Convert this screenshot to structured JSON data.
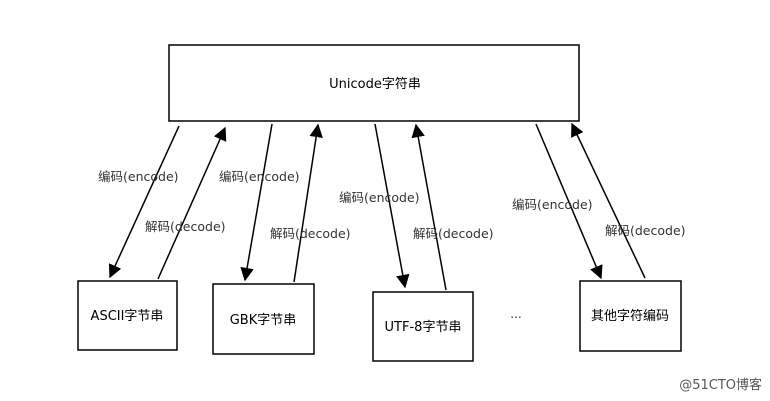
{
  "diagram": {
    "top_box": {
      "label": "Unicode字符串"
    },
    "bottom_boxes": [
      {
        "label": "ASCII字节串"
      },
      {
        "label": "GBK字节串"
      },
      {
        "label": "UTF-8字节串"
      },
      {
        "label": "其他字符编码"
      }
    ],
    "ellipsis": "...",
    "edge_labels": {
      "encode": "编码(encode)",
      "decode": "解码(decode)"
    },
    "stroke_color": "#000000"
  },
  "watermark": "@51CTO博客"
}
